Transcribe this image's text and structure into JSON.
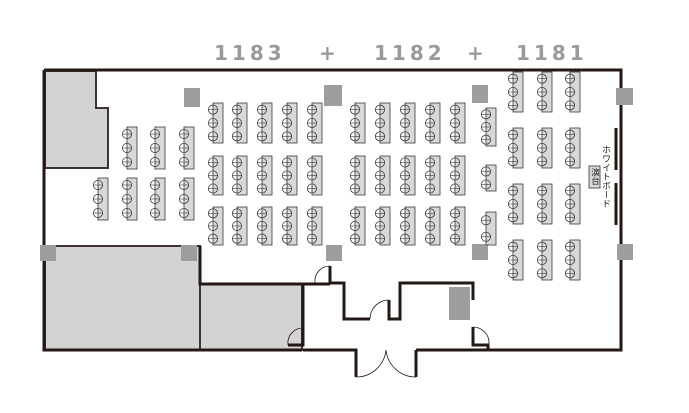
{
  "header": {
    "rooms": [
      "1183",
      "1182",
      "1181"
    ],
    "separator": "+"
  },
  "front": {
    "whiteboard_label": "ホワイトボード",
    "podium_label": "演台"
  },
  "colors": {
    "wall": "#231815",
    "room_fill": "#d3d3d3",
    "column": "#9d9e9d",
    "table_fill": "#d8d8d8",
    "label": "#9a9a9a"
  }
}
